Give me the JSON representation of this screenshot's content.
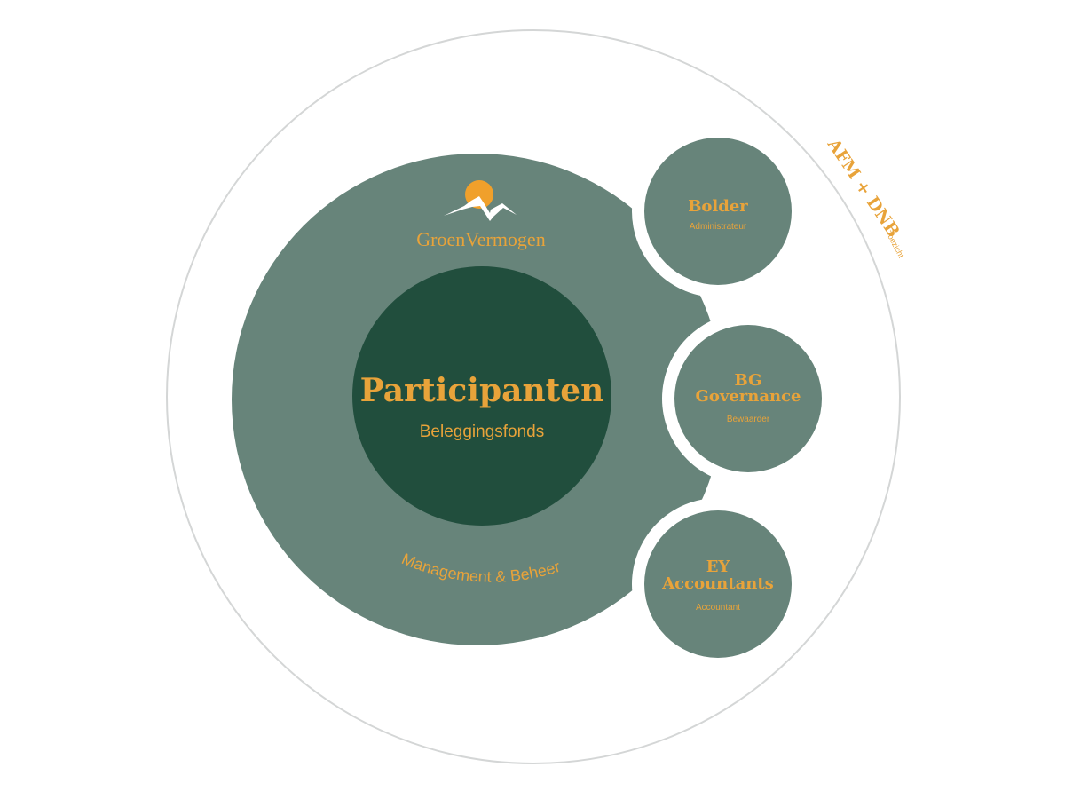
{
  "colors": {
    "background": "#ffffff",
    "outer_ring_stroke": "#d4d6d6",
    "mid_green": "#67847a",
    "dark_green": "#214e3d",
    "gold": "#e8a33a",
    "sun": "#f0a02b",
    "mountain": "#ffffff"
  },
  "logo": {
    "name_part1": "Groen",
    "name_part2": "Vermogen"
  },
  "center": {
    "title": "Participanten",
    "subtitle": "Beleggingsfonds"
  },
  "management_ring": {
    "label": "Management & Beheer"
  },
  "satellites": [
    {
      "title_lines": [
        "Bolder"
      ],
      "role": "Administrateur"
    },
    {
      "title_lines": [
        "BG",
        "Governance"
      ],
      "role": "Bewaarder"
    },
    {
      "title_lines": [
        "EY",
        "Accountants"
      ],
      "role": "Accountant"
    }
  ],
  "supervision": {
    "label": "AFM + DNB",
    "sublabel": "Toezicht"
  }
}
